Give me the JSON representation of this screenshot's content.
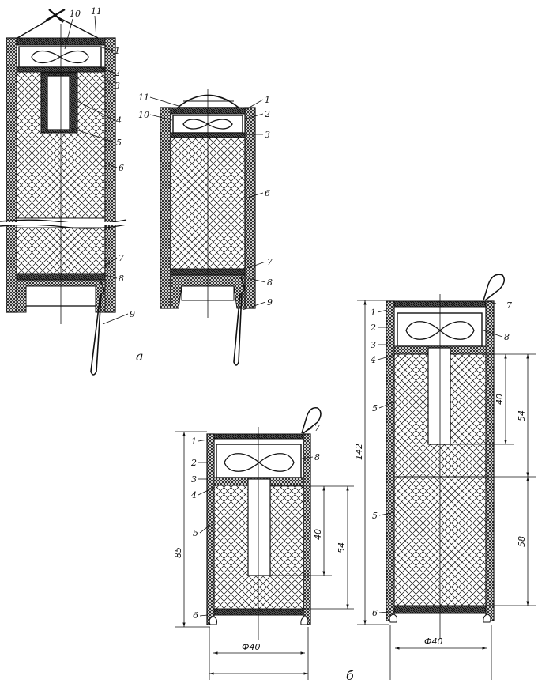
{
  "caption_a": "а",
  "caption_b": "б",
  "fig_a1": {
    "labels": [
      "10",
      "11",
      "1",
      "2",
      "3",
      "4",
      "5",
      "6",
      "7",
      "8",
      "9"
    ]
  },
  "fig_a2": {
    "labels": [
      "11",
      "1",
      "10",
      "2",
      "3",
      "6",
      "7",
      "8",
      "9"
    ]
  },
  "fig_b1": {
    "labels": [
      "1",
      "2",
      "3",
      "4",
      "5",
      "6",
      "7",
      "8"
    ],
    "dims": {
      "height": "85",
      "tube": "40",
      "cavity": "54",
      "diameter": "Ф40"
    }
  },
  "fig_b2": {
    "labels": [
      "1",
      "2",
      "3",
      "4",
      "5",
      "5",
      "6",
      "7",
      "8"
    ],
    "dims": {
      "height": "142",
      "tube": "40",
      "upper": "54",
      "lower": "58",
      "diameter": "Ф40"
    }
  },
  "colors": {
    "ink": "#111111",
    "paper": "#ffffff"
  }
}
